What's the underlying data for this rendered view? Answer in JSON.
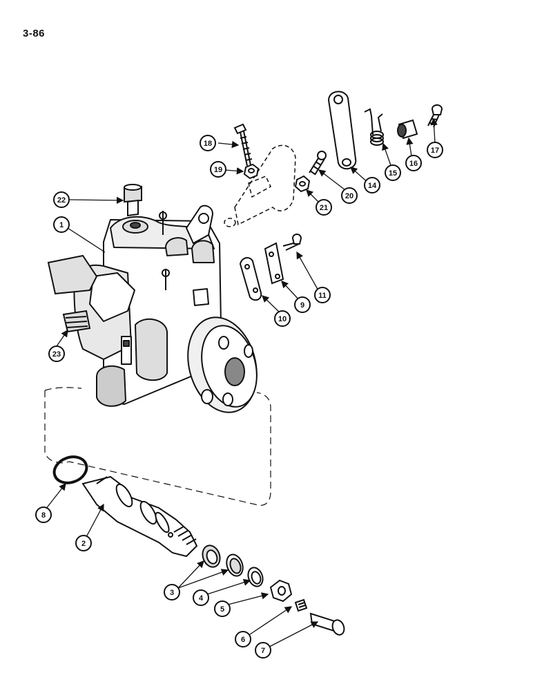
{
  "page": {
    "number": "3-86"
  },
  "callouts": [
    {
      "id": "c1",
      "label": "1"
    },
    {
      "id": "c2",
      "label": "2"
    },
    {
      "id": "c3",
      "label": "3"
    },
    {
      "id": "c4",
      "label": "4"
    },
    {
      "id": "c5",
      "label": "5"
    },
    {
      "id": "c6",
      "label": "6"
    },
    {
      "id": "c7",
      "label": "7"
    },
    {
      "id": "c8",
      "label": "8"
    },
    {
      "id": "c9",
      "label": "9"
    },
    {
      "id": "c10",
      "label": "10"
    },
    {
      "id": "c11",
      "label": "11"
    },
    {
      "id": "c14",
      "label": "14"
    },
    {
      "id": "c15",
      "label": "15"
    },
    {
      "id": "c16",
      "label": "16"
    },
    {
      "id": "c17",
      "label": "17"
    },
    {
      "id": "c18",
      "label": "18"
    },
    {
      "id": "c19",
      "label": "19"
    },
    {
      "id": "c20",
      "label": "20"
    },
    {
      "id": "c21",
      "label": "21"
    },
    {
      "id": "c22",
      "label": "22"
    },
    {
      "id": "c23",
      "label": "23"
    }
  ]
}
